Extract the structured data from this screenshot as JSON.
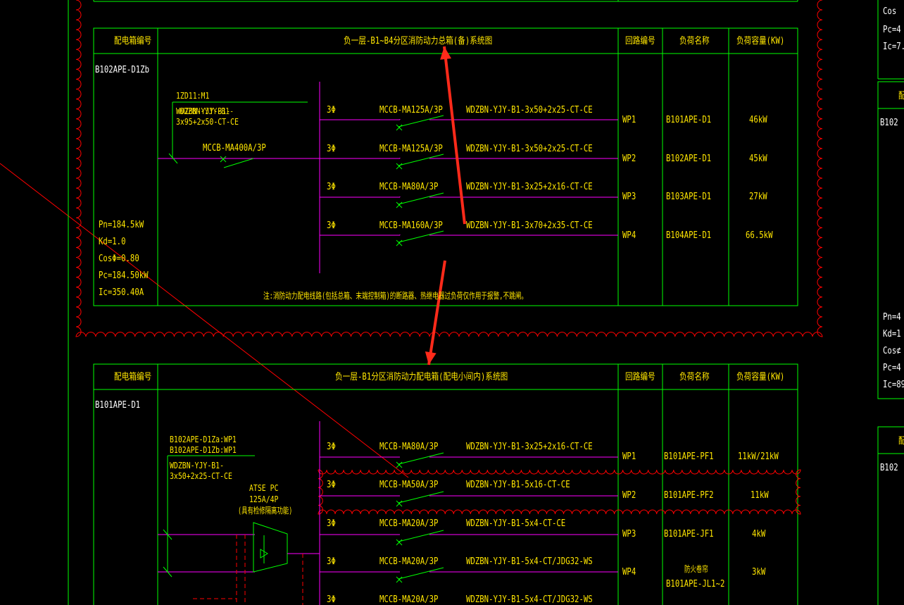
{
  "colors": {
    "background": "#000000",
    "frame": "#00ff00",
    "text": "#ffe600",
    "circuit": "#ff00ff",
    "dash": "#ff0000",
    "revision_cloud": "#ff0000",
    "arrow": "#ff2a1a",
    "right_edge_text": "#ffffff"
  },
  "right_edge": {
    "top_lines": [
      "Cos",
      "Pc=4",
      "Ic=7."
    ],
    "mid_header": "配",
    "mid_box_id": "B102",
    "mid_params": [
      "Pn=4",
      "Kd=1",
      "Cos⊄",
      "Pc=4",
      "Ic=89"
    ],
    "bottom_header": "配",
    "bottom_box_id": "B102"
  },
  "diagram1": {
    "header": {
      "box_no": "配电箱编号",
      "title": "负一层-B1~B4分区消防动力总箱(备)系统图",
      "circuit_no": "回路编号",
      "load_name": "负荷名称",
      "load_capacity": "负荷容量(KW)"
    },
    "box_id": "B102APE-D1Zb",
    "feeder": {
      "label1": "1ZD11:M1",
      "label2": "WDZBN-YJY-B1-",
      "label2_overlap": "WDZBN-YJY-B1-",
      "label3": "3x95+2x50-CT-CE",
      "main_breaker": "MCCB-MA400A/3P"
    },
    "params": [
      "Pn=184.5kW",
      "Kd=1.0",
      "CosΦ=0.80",
      "Pc=184.50kW",
      "Ic=350.40A"
    ],
    "circuits": [
      {
        "phase": "3Φ",
        "breaker": "MCCB-MA125A/3P",
        "cable": "WDZBN-YJY-B1-3x50+2x25-CT-CE",
        "no": "WP1",
        "load": "B101APE-D1",
        "kw": "46kW"
      },
      {
        "phase": "3Φ",
        "breaker": "MCCB-MA125A/3P",
        "cable": "WDZBN-YJY-B1-3x50+2x25-CT-CE",
        "no": "WP2",
        "load": "B102APE-D1",
        "kw": "45kW"
      },
      {
        "phase": "3Φ",
        "breaker": "MCCB-MA80A/3P",
        "cable": "WDZBN-YJY-B1-3x25+2x16-CT-CE",
        "no": "WP3",
        "load": "B103APE-D1",
        "kw": "27kW"
      },
      {
        "phase": "3Φ",
        "breaker": "MCCB-MA160A/3P",
        "cable": "WDZBN-YJY-B1-3x70+2x35-CT-CE",
        "no": "WP4",
        "load": "B104APE-D1",
        "kw": "66.5kW"
      }
    ],
    "note": "注:消防动力配电线路(包括总箱、末端控制箱)的断路器、热继电器过负荷仅作用于报警,不跳闸。"
  },
  "diagram2": {
    "header": {
      "box_no": "配电箱编号",
      "title": "负一层-B1分区消防动力配电箱(配电小间内)系统图",
      "circuit_no": "回路编号",
      "load_name": "负荷名称",
      "load_capacity": "负荷容量(KW)"
    },
    "box_id": "B101APE-D1",
    "feeder": {
      "label1": "B102APE-D1Za:WP1",
      "label2": "B102APE-D1Zb:WP1",
      "label3": "WDZBN-YJY-B1-",
      "label4": "3x50+2x25-CT-CE",
      "atse1": "ATSE PC",
      "atse2": "125A/4P",
      "atse3": "(具有检修隔离功能)"
    },
    "circuits": [
      {
        "phase": "3Φ",
        "breaker": "MCCB-MA80A/3P",
        "cable": "WDZBN-YJY-B1-3x25+2x16-CT-CE",
        "no": "WP1",
        "load": "B101APE-PF1",
        "load2": "",
        "kw": "11kW/21kW"
      },
      {
        "phase": "3Φ",
        "breaker": "MCCB-MA50A/3P",
        "cable": "WDZBN-YJY-B1-5x16-CT-CE",
        "no": "WP2",
        "load": "B101APE-PF2",
        "load2": "",
        "kw": "11kW"
      },
      {
        "phase": "3Φ",
        "breaker": "MCCB-MA20A/3P",
        "cable": "WDZBN-YJY-B1-5x4-CT-CE",
        "no": "WP3",
        "load": "B101APE-JF1",
        "load2": "",
        "kw": "4kW"
      },
      {
        "phase": "3Φ",
        "breaker": "MCCB-MA20A/3P",
        "cable": "WDZBN-YJY-B1-5x4-CT/JDG32-WS",
        "no": "WP4",
        "load": "防火卷帘",
        "load2": "B101APE-JL1~2",
        "kw": "3kW"
      },
      {
        "phase": "3Φ",
        "breaker": "MCCB-MA20A/3P",
        "cable": "WDZBN-YJY-B1-5x4-CT/JDG32-WS",
        "no": "",
        "load": "",
        "load2": "",
        "kw": ""
      }
    ]
  }
}
